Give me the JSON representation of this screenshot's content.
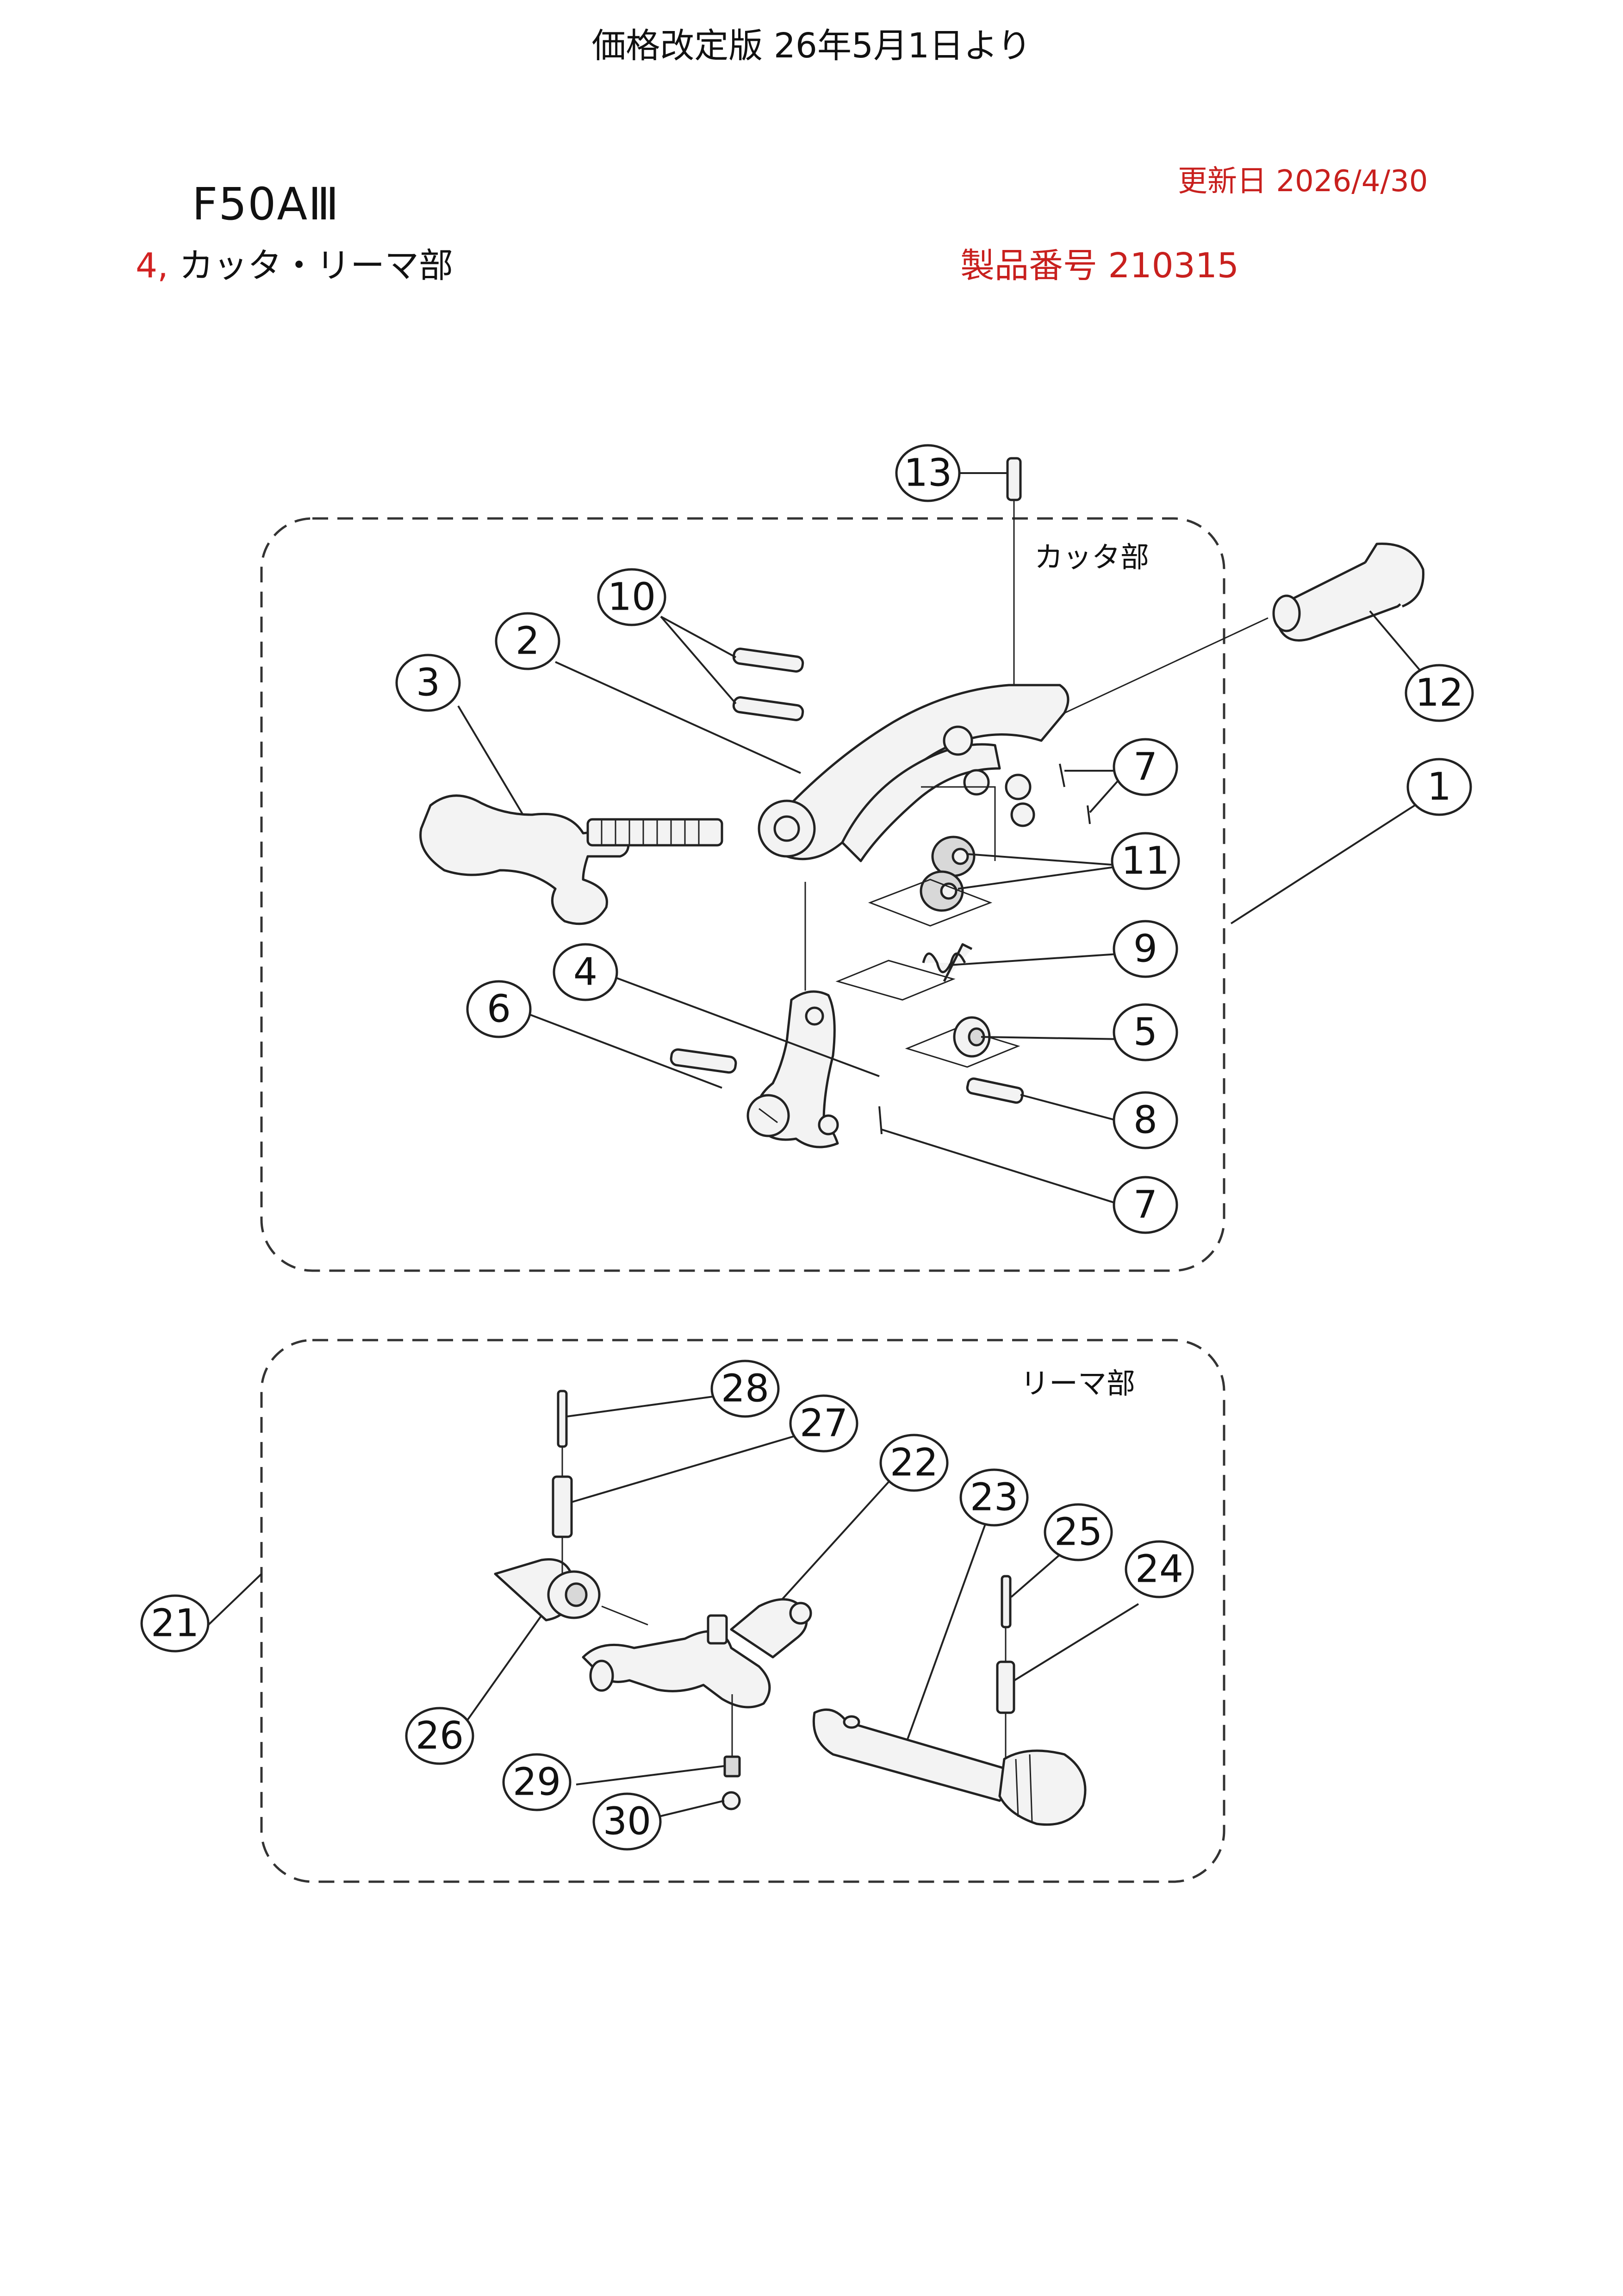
{
  "header": {
    "price_note": "価格改定版 26年5月1日より",
    "model": "F50AⅢ",
    "section_number": "4,",
    "section_title": "カッタ・リーマ部",
    "updated": "更新日 2026/4/30",
    "product_number": "製品番号 210315"
  },
  "groups": {
    "cutter": "カッタ部",
    "reamer": "リーマ部"
  },
  "callouts": [
    "13",
    "10",
    "2",
    "3",
    "12",
    "7",
    "1",
    "11",
    "9",
    "4",
    "6",
    "5",
    "8",
    "7",
    "28",
    "27",
    "22",
    "23",
    "25",
    "24",
    "21",
    "26",
    "29",
    "30"
  ],
  "colors": {
    "accent": "#c8201e",
    "line": "#222222"
  }
}
